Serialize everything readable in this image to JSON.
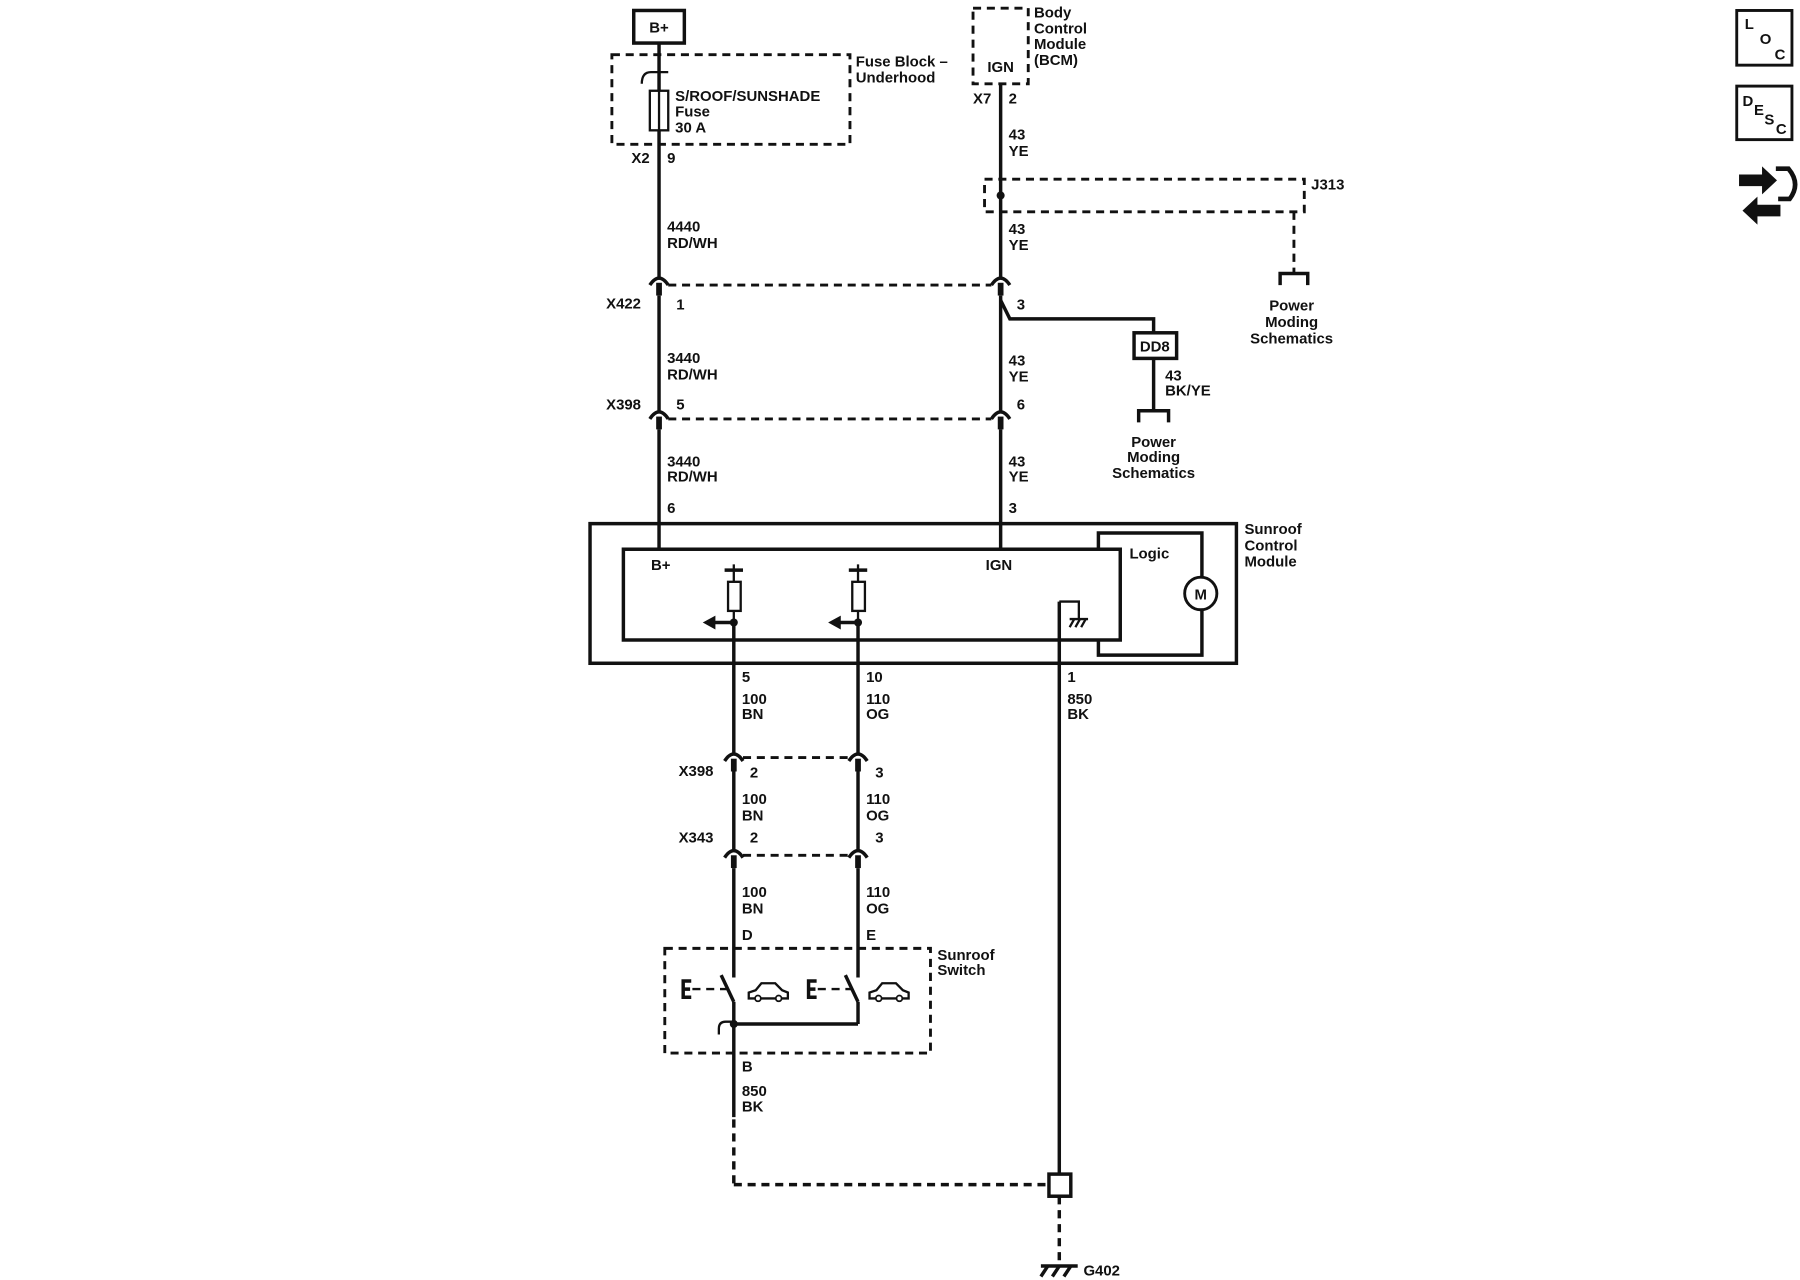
{
  "power_source": {
    "label": "B+"
  },
  "fuse_block": {
    "name": [
      "Fuse Block –",
      "Underhood"
    ],
    "fuse": [
      "S/ROOF/SUNSHADE",
      "Fuse",
      "30 A"
    ],
    "connector": "X2",
    "pin": "9"
  },
  "bcm": {
    "pin_label": "IGN",
    "name": [
      "Body",
      "Control",
      "Module",
      "(BCM)"
    ],
    "connector": "X7",
    "pin": "2"
  },
  "splice": {
    "id": "J313"
  },
  "component_dd8": {
    "label": "DD8"
  },
  "references": {
    "power_moding_a": [
      "Power",
      "Moding",
      "Schematics"
    ],
    "power_moding_b": [
      "Power",
      "Moding",
      "Schematics"
    ]
  },
  "connectors": {
    "x422": {
      "id": "X422",
      "pin_left": "1",
      "pin_right": "3"
    },
    "x398_upper": {
      "id": "X398",
      "pin_left": "5",
      "pin_right": "6"
    },
    "x398_lower": {
      "id": "X398",
      "pin_left": "2",
      "pin_right": "3"
    },
    "x343": {
      "id": "X343",
      "pin_left": "2",
      "pin_right": "3"
    }
  },
  "wires": {
    "fuse_to_x422": {
      "circuit": "4440",
      "color": "RD/WH"
    },
    "x422_to_x398_bplus": {
      "circuit": "3440",
      "color": "RD/WH"
    },
    "x398_to_module_bplus": {
      "circuit": "3440",
      "color": "RD/WH"
    },
    "bcm_to_j313": {
      "circuit": "43",
      "color": "YE"
    },
    "j313_to_x422": {
      "circuit": "43",
      "color": "YE"
    },
    "x422_to_x398_ign": {
      "circuit": "43",
      "color": "YE"
    },
    "x398_to_module_ign": {
      "circuit": "43",
      "color": "YE"
    },
    "dd8_branch": {
      "circuit": "43",
      "color": "BK/YE"
    },
    "module_to_x398_a": {
      "circuit": "100",
      "color": "BN"
    },
    "module_to_x398_b": {
      "circuit": "110",
      "color": "OG"
    },
    "module_ground": {
      "circuit": "850",
      "color": "BK"
    },
    "x398_to_x343_a": {
      "circuit": "100",
      "color": "BN"
    },
    "x398_to_x343_b": {
      "circuit": "110",
      "color": "OG"
    },
    "x343_to_switch_a": {
      "circuit": "100",
      "color": "BN"
    },
    "x343_to_switch_b": {
      "circuit": "110",
      "color": "OG"
    },
    "switch_ground": {
      "circuit": "850",
      "color": "BK"
    }
  },
  "sunroof_module": {
    "name": [
      "Sunroof",
      "Control",
      "Module"
    ],
    "terminal_bplus": "B+",
    "terminal_ign": "IGN",
    "logic": "Logic",
    "motor": "M",
    "pins": {
      "bplus": "6",
      "ign": "3",
      "signal_a": "5",
      "signal_b": "10",
      "ground": "1"
    }
  },
  "sunroof_switch": {
    "name": [
      "Sunroof",
      "Switch"
    ],
    "pins": {
      "signal_a": "D",
      "signal_b": "E",
      "ground": "B"
    }
  },
  "ground": {
    "id": "G402"
  },
  "toolbar": {
    "loc_letters": [
      "L",
      "O",
      "C"
    ],
    "desc_letters": [
      "D",
      "E",
      "S",
      "C"
    ]
  },
  "colors": {
    "ink": "#111111",
    "background": "#ffffff"
  }
}
